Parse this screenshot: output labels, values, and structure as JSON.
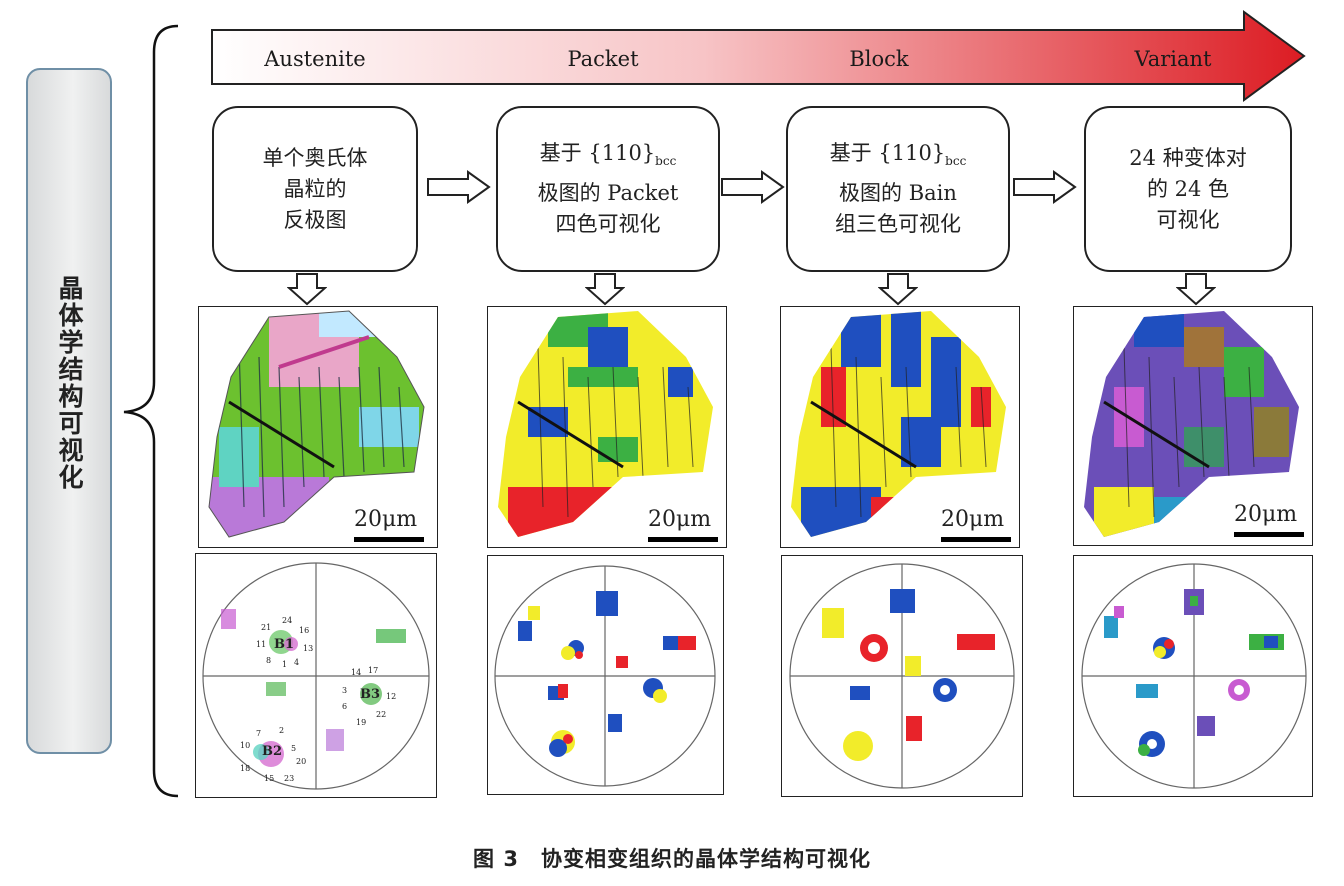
{
  "side_label": "晶体学结构可视化",
  "stages": [
    "Austenite",
    "Packet",
    "Block",
    "Variant"
  ],
  "boxes": [
    {
      "lines": [
        "单个奥氏体",
        "晶粒的",
        "反极图"
      ]
    },
    {
      "line1_pre": "基于 {110}",
      "line1_sub": "bcc",
      "lines_rest": [
        "极图的 Packet",
        "四色可视化"
      ]
    },
    {
      "line1_pre": "基于 {110}",
      "line1_sub": "bcc",
      "lines_rest": [
        "极图的 Bain",
        "组三色可视化"
      ]
    },
    {
      "lines": [
        "24 种变体对",
        "的 24 色",
        "可视化"
      ]
    }
  ],
  "scale_label": "20μm",
  "pole_numbers": {
    "b1": "B1",
    "b2": "B2",
    "b3": "B3",
    "n": [
      "21",
      "24",
      "16",
      "11",
      "13",
      "8",
      "1",
      "4",
      "14",
      "17",
      "3",
      "12",
      "6",
      "22",
      "19",
      "7",
      "2",
      "10",
      "5",
      "20",
      "18",
      "15",
      "23"
    ]
  },
  "caption": "图 3　协变相变组织的晶体学结构可视化",
  "colors": {
    "red": "#e8232a",
    "yellow": "#f2ec2a",
    "blue": "#1f4fbf",
    "green": "#3cb043",
    "outline": "#222222"
  }
}
